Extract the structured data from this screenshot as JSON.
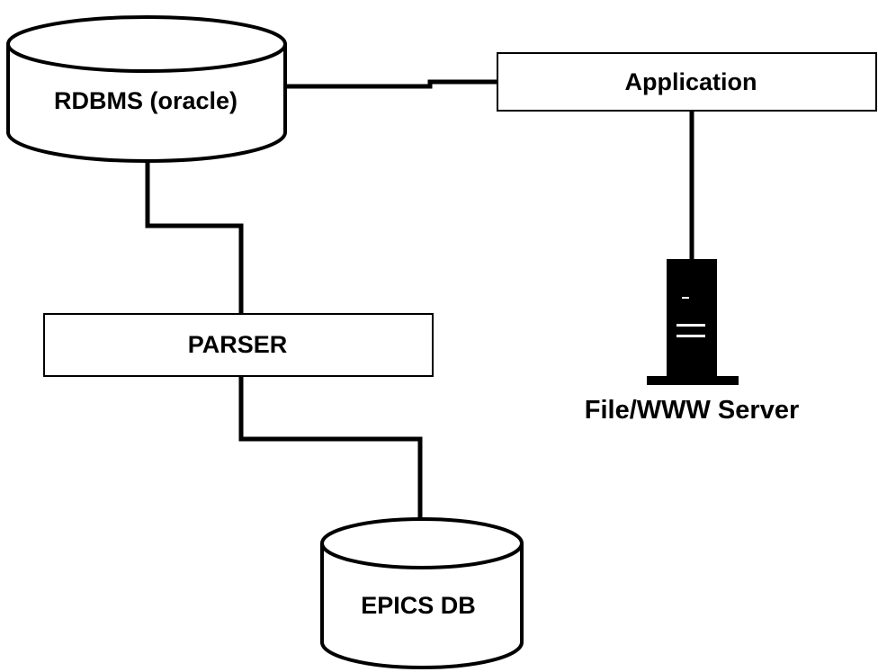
{
  "diagram": {
    "nodes": {
      "rdbms": {
        "label": "RDBMS (oracle)",
        "shape": "cylinder"
      },
      "application": {
        "label": "Application",
        "shape": "rectangle"
      },
      "parser": {
        "label": "PARSER",
        "shape": "rectangle"
      },
      "epics_db": {
        "label": "EPICS DB",
        "shape": "cylinder"
      },
      "server": {
        "label": "File/WWW Server",
        "shape": "server-icon"
      }
    },
    "edges": [
      {
        "from": "rdbms",
        "to": "application"
      },
      {
        "from": "rdbms",
        "to": "parser"
      },
      {
        "from": "parser",
        "to": "epics_db"
      },
      {
        "from": "application",
        "to": "server"
      }
    ],
    "colors": {
      "line": "#000000",
      "fill": "#ffffff",
      "server": "#000000"
    }
  }
}
